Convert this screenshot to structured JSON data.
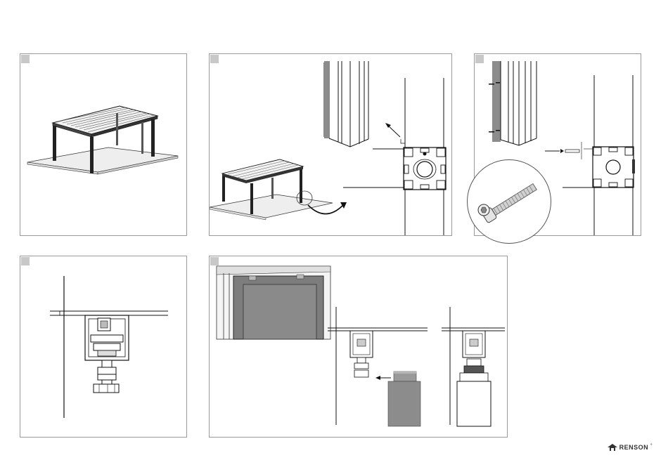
{
  "steps": [
    {
      "label": "",
      "description": "pergola-overview"
    },
    {
      "label": "",
      "description": "post-corner-detail"
    },
    {
      "label": "",
      "description": "post-screw-detail"
    },
    {
      "label": "",
      "description": "foot-cross-section"
    },
    {
      "label": "",
      "description": "foot-adjustment"
    }
  ],
  "brand": {
    "name": "RENSON",
    "mark": "°",
    "color": "#333333"
  },
  "colors": {
    "line": "#1a1a1a",
    "gray_fill": "#808080",
    "light_fill": "#d9d9d9",
    "border": "#9a9a9a"
  },
  "icons": {
    "logo": "house-roof-icon",
    "arrow": "arrow-icon",
    "screw": "screw-icon"
  }
}
